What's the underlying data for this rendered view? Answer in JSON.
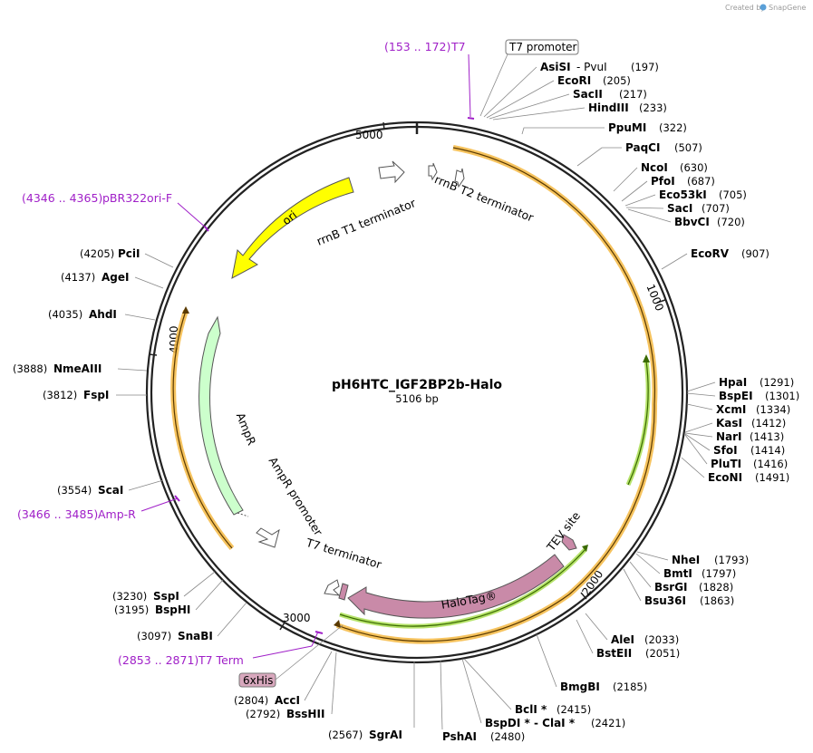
{
  "credit": {
    "prefix": "Created by",
    "brand": "SnapGene"
  },
  "plasmid": {
    "name": "pH6HTC_IGF2BP2b-Halo",
    "size_label": "5106 bp"
  },
  "ticks": {
    "t1000": "1000",
    "t2000": "2000",
    "t3000": "3000",
    "t4000": "4000",
    "t5000": "5000"
  },
  "features": {
    "t7_promoter": "T7 promoter",
    "rrnb_t1": "rrnB T1 terminator",
    "rrnb_t2": "rrnB T2 terminator",
    "ori": "ori",
    "ampr": "AmpR",
    "ampr_promoter": "AmpR promoter",
    "t7_terminator": "T7 terminator",
    "halotag": "HaloTag®",
    "tev_site": "TEV site",
    "his6": "6xHis"
  },
  "primers": [
    {
      "range": "(153 .. 172)",
      "name": "T7"
    },
    {
      "range": "(4346 .. 4365)",
      "name": "pBR322ori-F"
    },
    {
      "range": "(3466 .. 3485)",
      "name": "Amp-R"
    },
    {
      "range": "(2853 .. 2871)",
      "name": "T7 Term"
    }
  ],
  "enzymes_right": [
    {
      "name": "AsiSI",
      "extra": " - PvuI",
      "pos": "(197)"
    },
    {
      "name": "EcoRI",
      "extra": "",
      "pos": "(205)"
    },
    {
      "name": "SacII",
      "extra": "",
      "pos": "(217)"
    },
    {
      "name": "HindIII",
      "extra": "",
      "pos": "(233)"
    },
    {
      "name": "PpuMI",
      "extra": "",
      "pos": "(322)"
    },
    {
      "name": "PaqCI",
      "extra": "",
      "pos": "(507)"
    },
    {
      "name": "NcoI",
      "extra": "",
      "pos": "(630)"
    },
    {
      "name": "PfoI",
      "extra": "",
      "pos": "(687)"
    },
    {
      "name": "Eco53kI",
      "extra": "",
      "pos": "(705)"
    },
    {
      "name": "SacI",
      "extra": "",
      "pos": "(707)"
    },
    {
      "name": "BbvCI",
      "extra": "",
      "pos": "(720)"
    },
    {
      "name": "EcoRV",
      "extra": "",
      "pos": "(907)"
    },
    {
      "name": "HpaI",
      "extra": "",
      "pos": "(1291)"
    },
    {
      "name": "BspEI",
      "extra": "",
      "pos": "(1301)"
    },
    {
      "name": "XcmI",
      "extra": "",
      "pos": "(1334)"
    },
    {
      "name": "KasI",
      "extra": "",
      "pos": "(1412)"
    },
    {
      "name": "NarI",
      "extra": "",
      "pos": "(1413)"
    },
    {
      "name": "SfoI",
      "extra": "",
      "pos": "(1414)"
    },
    {
      "name": "PluTI",
      "extra": "",
      "pos": "(1416)"
    },
    {
      "name": "EcoNI",
      "extra": "",
      "pos": "(1491)"
    },
    {
      "name": "NheI",
      "extra": "",
      "pos": "(1793)"
    },
    {
      "name": "BmtI",
      "extra": "",
      "pos": "(1797)"
    },
    {
      "name": "BsrGI",
      "extra": "",
      "pos": "(1828)"
    },
    {
      "name": "Bsu36I",
      "extra": "",
      "pos": "(1863)"
    },
    {
      "name": "AleI",
      "extra": "",
      "pos": "(2033)"
    },
    {
      "name": "BstEII",
      "extra": "",
      "pos": "(2051)"
    },
    {
      "name": "BmgBI",
      "extra": "",
      "pos": "(2185)"
    },
    {
      "name": "BclI *",
      "extra": "",
      "pos": "(2415)"
    },
    {
      "name": "BspDI *",
      "extra": " - ClaI *",
      "pos": "(2421)"
    },
    {
      "name": "PshAI",
      "extra": "",
      "pos": "(2480)"
    }
  ],
  "enzymes_left": [
    {
      "name": "PciI",
      "pos": "(4205)"
    },
    {
      "name": "AgeI",
      "pos": "(4137)"
    },
    {
      "name": "AhdI",
      "pos": "(4035)"
    },
    {
      "name": "NmeAIII",
      "pos": "(3888)"
    },
    {
      "name": "FspI",
      "pos": "(3812)"
    },
    {
      "name": "ScaI",
      "pos": "(3554)"
    },
    {
      "name": "SspI",
      "pos": "(3230)"
    },
    {
      "name": "BspHI",
      "pos": "(3195)"
    },
    {
      "name": "SnaBI",
      "pos": "(3097)"
    },
    {
      "name": "AccI",
      "pos": "(2804)"
    },
    {
      "name": "BssHII",
      "pos": "(2792)"
    },
    {
      "name": "SgrAI",
      "pos": "(2567)"
    }
  ],
  "colors": {
    "ori": "#ffff00",
    "ampr": "#ccffcc",
    "halotag": "#c98aa8",
    "primer": "#a020c8",
    "orf_outline": "#f4b942",
    "orf_inner": "#6a9a1a",
    "backbone": "#222222"
  }
}
